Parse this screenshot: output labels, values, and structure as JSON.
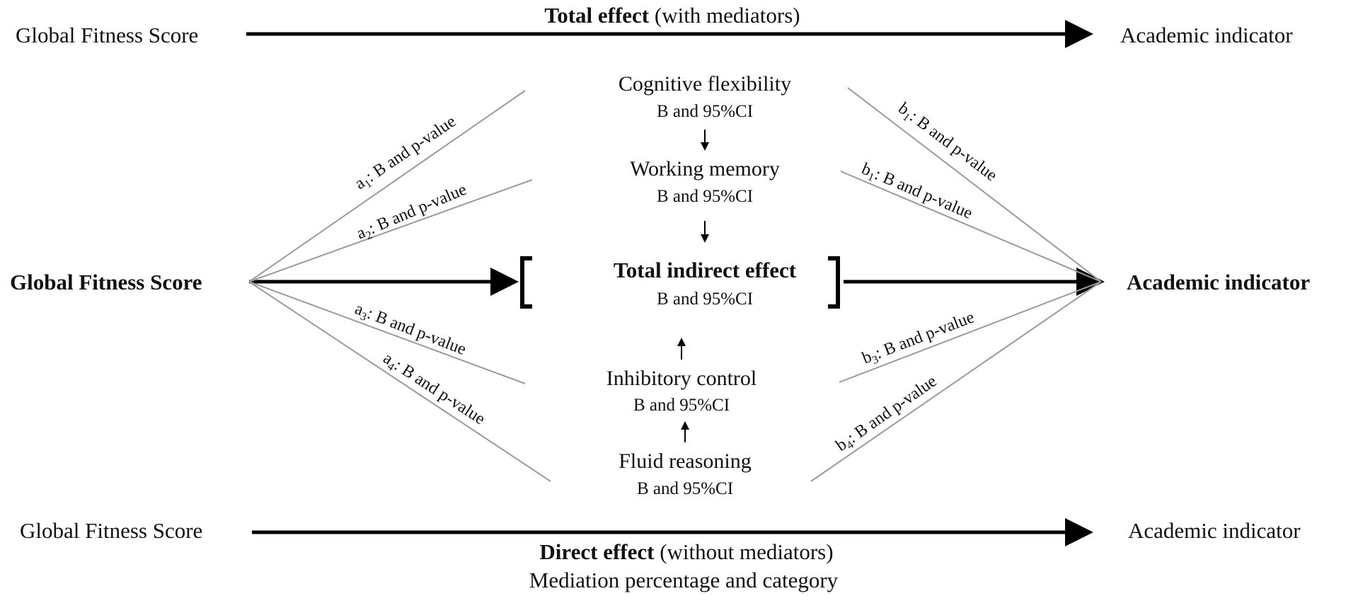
{
  "top": {
    "title_bold": "Total effect",
    "title_rest": " (with mediators)",
    "left": "Global Fitness Score",
    "right": "Academic indicator"
  },
  "middle": {
    "left": "Global Fitness Score",
    "right": "Academic indicator",
    "total_indirect": "Total indirect effect",
    "total_indirect_sub": "B and 95%CI"
  },
  "mediators": [
    {
      "name": "Cognitive flexibility",
      "stat": "B and 95%CI"
    },
    {
      "name": "Working memory",
      "stat": "B and 95%CI"
    },
    {
      "name": "Inhibitory control",
      "stat": "B and 95%CI"
    },
    {
      "name": "Fluid reasoning",
      "stat": "B and 95%CI"
    }
  ],
  "paths_a": [
    {
      "letter": "a",
      "sub": "1",
      "text": ": B and p-value"
    },
    {
      "letter": "a",
      "sub": "2",
      "text": ": B and p-value"
    },
    {
      "letter": "a",
      "sub": "3",
      "text": ": B and p-value"
    },
    {
      "letter": "a",
      "sub": "4",
      "text": ": B and p-value"
    }
  ],
  "paths_b": [
    {
      "letter": "b",
      "sub": "1",
      "text": ": B and p-value"
    },
    {
      "letter": "b",
      "sub": "1",
      "text": ": B and p-value"
    },
    {
      "letter": "b",
      "sub": "3",
      "text": ": B and p-value"
    },
    {
      "letter": "b",
      "sub": "4",
      "text": ": B and p-value"
    }
  ],
  "bottom": {
    "left": "Global Fitness Score",
    "right": "Academic indicator",
    "title_bold": "Direct effect",
    "title_rest": " (without mediators)",
    "caption": "Mediation percentage and category"
  }
}
